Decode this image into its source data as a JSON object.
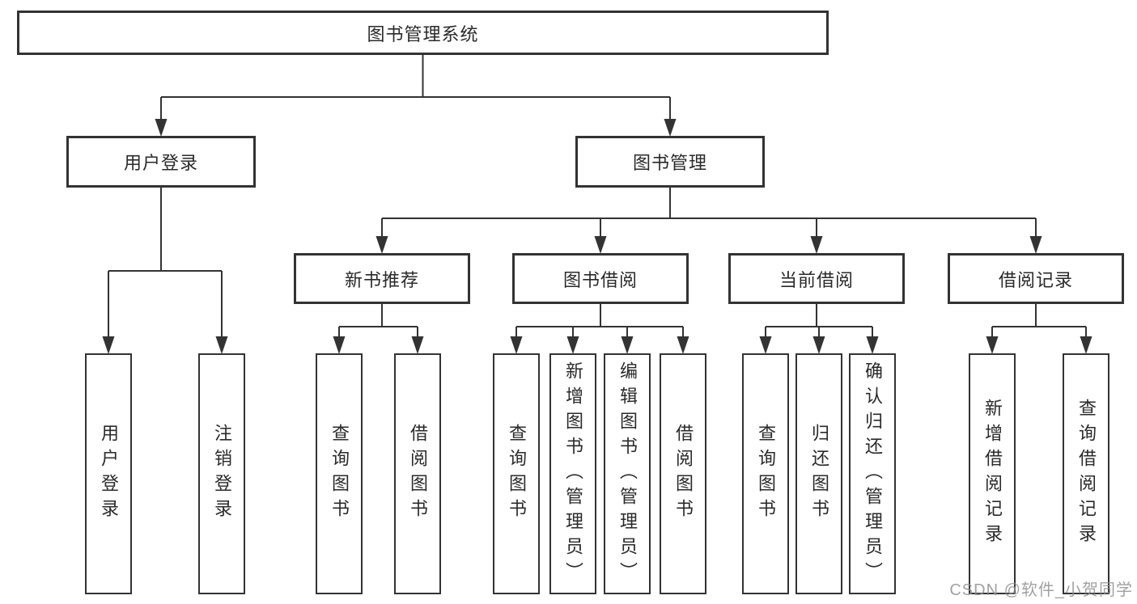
{
  "root": {
    "label": "图书管理系统"
  },
  "level2": [
    {
      "label": "用户登录"
    },
    {
      "label": "图书管理"
    }
  ],
  "level3": [
    {
      "label": "新书推荐"
    },
    {
      "label": "图书借阅"
    },
    {
      "label": "当前借阅"
    },
    {
      "label": "借阅记录"
    }
  ],
  "leaves": {
    "user_login": [
      {
        "label": "用户登录"
      },
      {
        "label": "注销登录"
      }
    ],
    "new_books": [
      {
        "label": "查询图书"
      },
      {
        "label": "借阅图书"
      }
    ],
    "book_borrowing": [
      {
        "label": "查询图书"
      },
      {
        "label": "新增图书（管理员）"
      },
      {
        "label": "编辑图书（管理员）"
      },
      {
        "label": "借阅图书"
      }
    ],
    "current_borrowing": [
      {
        "label": "查询图书"
      },
      {
        "label": "归还图书"
      },
      {
        "label": "确认归还（管理员）"
      }
    ],
    "borrowing_records": [
      {
        "label": "新增借阅记录"
      },
      {
        "label": "查询借阅记录"
      }
    ]
  },
  "watermark": "CSDN @软件_小贺同学",
  "colors": {
    "line": "#333333",
    "text": "#2a2a2a",
    "background": "#ffffff",
    "watermark": "#919191"
  }
}
